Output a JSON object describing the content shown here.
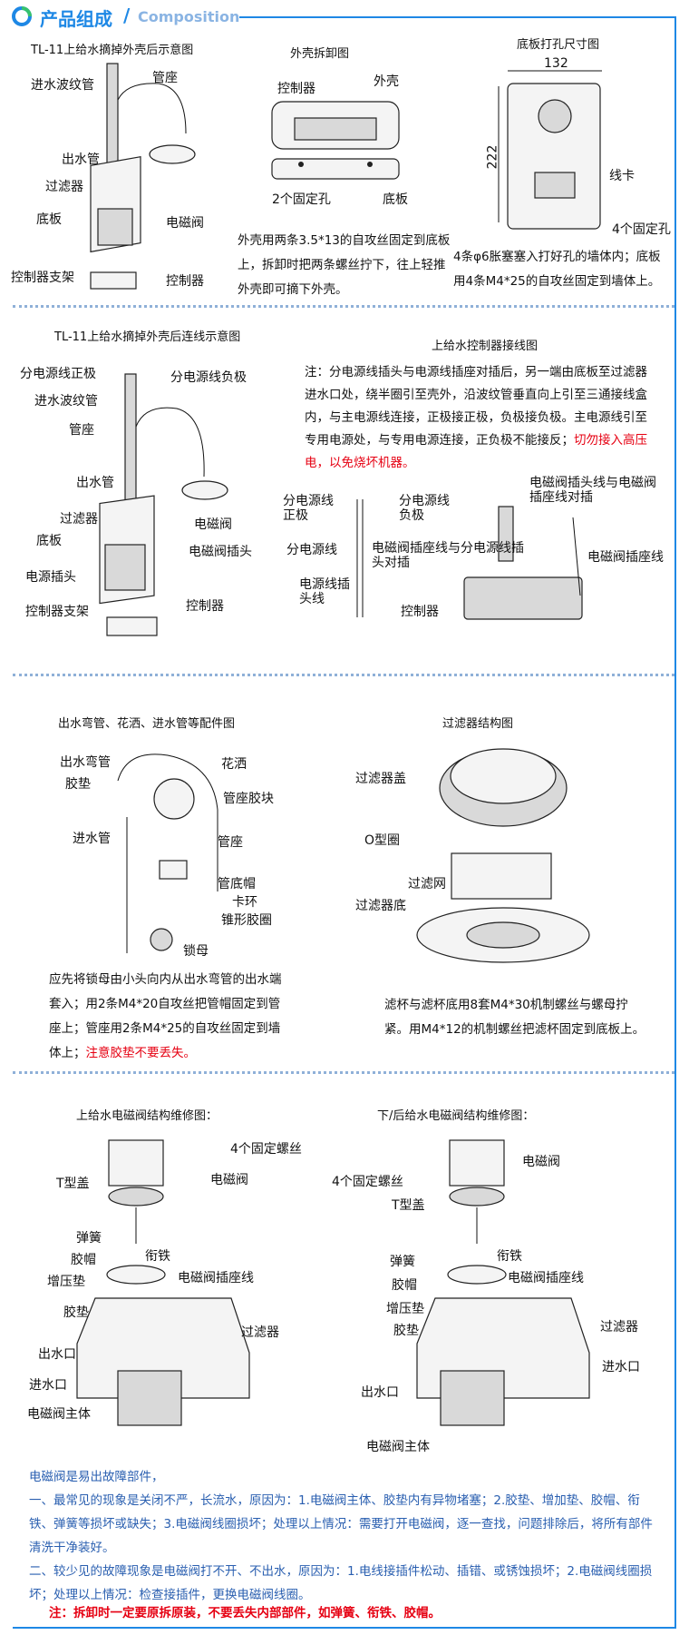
{
  "header": {
    "title_cn": "产品组成",
    "title_sep": "/",
    "title_en": "Composition",
    "brand_color": "#1e88e5"
  },
  "sec1": {
    "d1": {
      "title": "TL-11上给水摘掉外壳后示意图",
      "labels": [
        "进水波纹管",
        "管座",
        "出水管",
        "过滤器",
        "底板",
        "电磁阀",
        "控制器支架",
        "控制器"
      ]
    },
    "d2": {
      "title": "外壳拆卸图",
      "labels": [
        "控制器",
        "外壳",
        "2个固定孔",
        "底板"
      ],
      "text": "外壳用两条3.5*13的自攻丝固定到底板上，拆卸时把两条螺丝拧下，往上轻推外壳即可摘下外壳。"
    },
    "d3": {
      "title": "底板打孔尺寸图",
      "dim_width": "132",
      "dim_height": "222",
      "labels": [
        "线卡",
        "4个固定孔"
      ],
      "text": "4条φ6胀塞塞入打好孔的墙体内；底板用4条M4*25的自攻丝固定到墙体上。"
    }
  },
  "sec2": {
    "d1": {
      "title": "TL-11上给水摘掉外壳后连线示意图",
      "labels": [
        "分电源线正极",
        "分电源线负极",
        "进水波纹管",
        "管座",
        "出水管",
        "过滤器",
        "电磁阀",
        "底板",
        "电磁阀插头",
        "电源插头",
        "控制器支架",
        "控制器"
      ]
    },
    "d2": {
      "title": "上给水控制器接线图",
      "text_normal": "注：分电源线插头与电源线插座对插后，另一端由底板至过滤器进水口处，绕半圈引至壳外，沿波纹管垂直向上引至三通接线盒内，与主电源线连接，正极接正极，负极接负极。主电源线引至专用电源处，与专用电源连接，正负极不能接反；",
      "text_red": "切勿接入高压电，以免烧坏机器。",
      "labels": [
        "分电源线正极",
        "分电源线负极",
        "分电源线",
        "电源线插头线",
        "电磁阀插座线与分电源线插头对插",
        "电磁阀插头线与电磁阀插座线对插",
        "电磁阀插座线",
        "控制器"
      ]
    }
  },
  "sec3": {
    "d1": {
      "title": "出水弯管、花洒、进水管等配件图",
      "labels": [
        "出水弯管",
        "花洒",
        "胶垫",
        "管座胶块",
        "进水管",
        "管座",
        "管底帽",
        "卡环",
        "锥形胶圈",
        "锁母"
      ],
      "text_normal": "应先将锁母由小头向内从出水弯管的出水端套入；用2条M4*20自攻丝把管帽固定到管座上；管座用2条M4*25的自攻丝固定到墙体上；",
      "text_red": "注意胶垫不要丢失。"
    },
    "d2": {
      "title": "过滤器结构图",
      "labels": [
        "过滤器盖",
        "O型圈",
        "过滤网",
        "过滤器底"
      ],
      "text": "滤杯与滤杯底用8套M4*30机制螺丝与螺母拧紧。用M4*12的机制螺丝把滤杯固定到底板上。"
    }
  },
  "sec4": {
    "d1": {
      "title": "上给水电磁阀结构维修图：",
      "labels": [
        "4个固定螺丝",
        "T型盖",
        "电磁阀",
        "弹簧",
        "胶帽",
        "衔铁",
        "增压垫",
        "电磁阀插座线",
        "胶垫",
        "过滤器",
        "出水口",
        "进水口",
        "电磁阀主体"
      ]
    },
    "d2": {
      "title": "下/后给水电磁阀结构维修图：",
      "labels": [
        "电磁阀",
        "4个固定螺丝",
        "T型盖",
        "弹簧",
        "衔铁",
        "胶帽",
        "电磁阀插座线",
        "增压垫",
        "胶垫",
        "过滤器",
        "进水口",
        "出水口",
        "电磁阀主体"
      ]
    }
  },
  "notes": {
    "heading": "电磁阀是易出故障部件，",
    "p1": "一、最常见的现象是关闭不严，长流水，原因为：1.电磁阀主体、胶垫内有异物堵塞；2.胶垫、增加垫、胶帽、衔铁、弹簧等损坏或缺失；3.电磁阀线圈损坏；处理以上情况：需要打开电磁阀，逐一查找，问题排除后，将所有部件清洗干净装好。",
    "p2": "二、较少见的故障现象是电磁阀打不开、不出水，原因为：1.电线接插件松动、插错、或锈蚀损坏；2.电磁阀线圈损坏；处理以上情况：检查接插件，更换电磁阀线圈。",
    "warning": "注：拆卸时一定要原拆原装，不要丢失内部部件，如弹簧、衔铁、胶帽。",
    "warning_color": "#e60012"
  }
}
